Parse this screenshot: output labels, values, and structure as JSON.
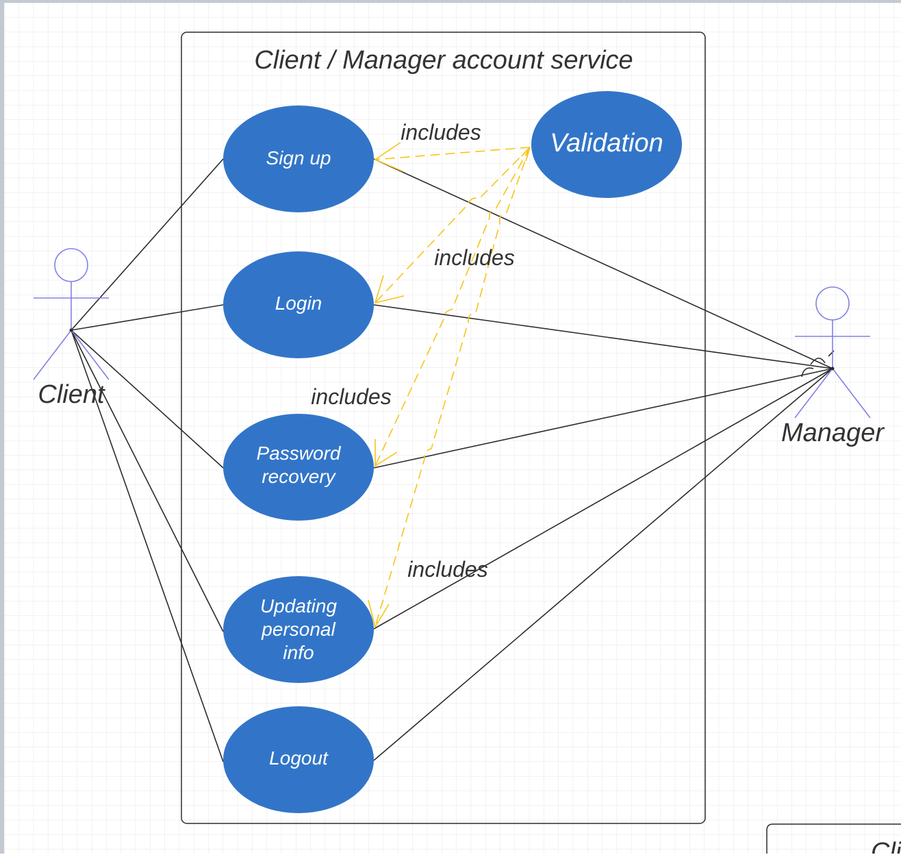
{
  "boundary": {
    "title": "Client / Manager account service"
  },
  "actors": {
    "client": "Client",
    "manager": "Manager"
  },
  "use_cases": {
    "sign_up": "Sign up",
    "login": "Login",
    "password_recovery": [
      "Password",
      "recovery"
    ],
    "updating_personal_info": [
      "Updating",
      "personal",
      "info"
    ],
    "logout": "Logout",
    "validation": "Validation"
  },
  "relations": {
    "include_label": "includes"
  },
  "partial_element": {
    "text": "Cli"
  },
  "colors": {
    "use_case_fill": "#3275c8",
    "use_case_text": "#ffffff",
    "include_line": "#f5c518",
    "actor_stroke": "#8080e6",
    "association_line": "#2b2b2b",
    "grid_line": "#e4e4e4",
    "frame": "#c3c9d1"
  }
}
